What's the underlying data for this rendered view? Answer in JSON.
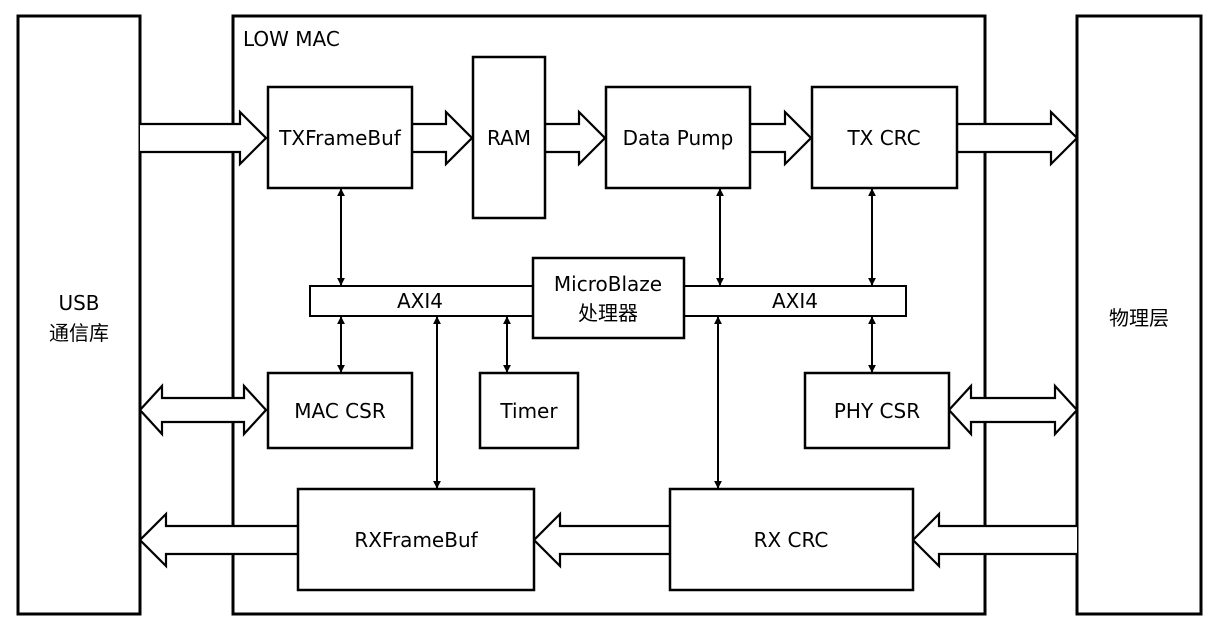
{
  "diagram": {
    "usb_lib": {
      "line1": "USB",
      "line2": "通信库"
    },
    "phy_layer": "物理层",
    "low_mac_title": "LOW MAC",
    "blocks": {
      "tx_frame_buf": "TXFrameBuf",
      "ram": "RAM",
      "data_pump": "Data Pump",
      "tx_crc": "TX CRC",
      "microblaze_line1": "MicroBlaze",
      "microblaze_line2": "处理器",
      "axi4_left": "AXI4",
      "axi4_right": "AXI4",
      "mac_csr": "MAC CSR",
      "timer": "Timer",
      "phy_csr": "PHY CSR",
      "rx_frame_buf": "RXFrameBuf",
      "rx_crc": "RX CRC"
    }
  }
}
